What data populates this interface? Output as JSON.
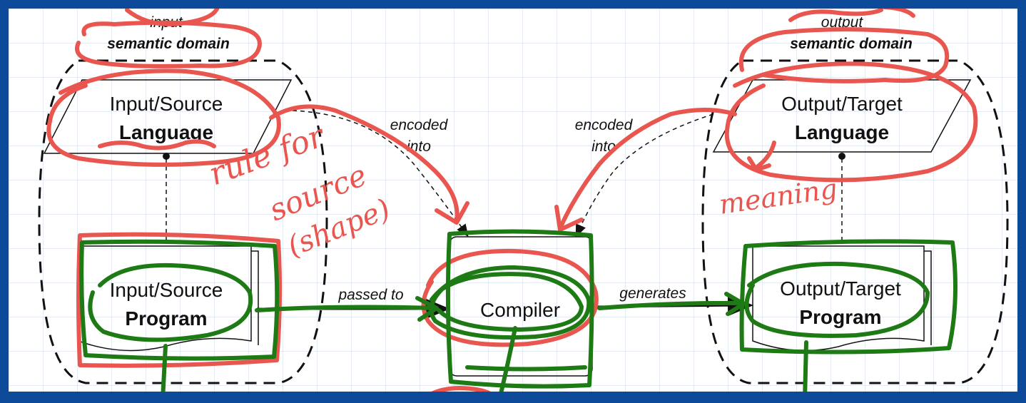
{
  "left_domain": {
    "top_label": "input",
    "label": "semantic domain"
  },
  "right_domain": {
    "top_label": "output",
    "label": "semantic domain"
  },
  "input_language": {
    "line1": "Input/Source",
    "line2": "Language"
  },
  "output_language": {
    "line1": "Output/Target",
    "line2": "Language"
  },
  "input_program": {
    "line1": "Input/Source",
    "line2": "Program"
  },
  "output_program": {
    "line1": "Output/Target",
    "line2": "Program"
  },
  "compiler": {
    "label": "Compiler"
  },
  "edges": {
    "left_encoded": {
      "line1": "encoded",
      "line2": "into"
    },
    "right_encoded": {
      "line1": "encoded",
      "line2": "into"
    },
    "passed_to": "passed to",
    "generates": "generates"
  },
  "annotations": {
    "note_left_1": "rule for",
    "note_left_2": "source",
    "note_left_3": "(shape)",
    "note_right": "meaning"
  },
  "colors": {
    "frame": "#0d4a9a",
    "ink_red": "#e9564f",
    "ink_green": "#1e7a14"
  }
}
